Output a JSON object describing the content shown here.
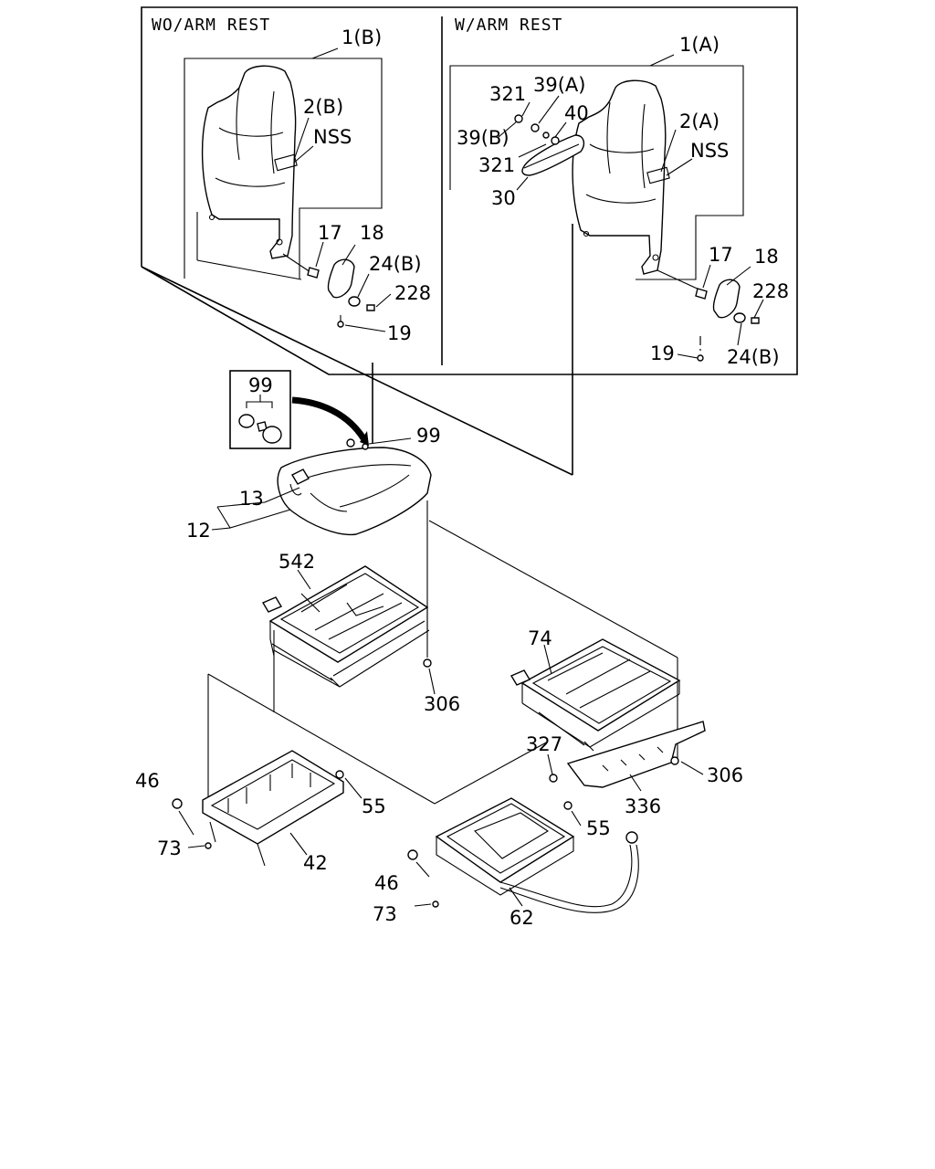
{
  "headers": {
    "wo_arm_rest": "WO/ARM REST",
    "w_arm_rest": "W/ARM REST"
  },
  "callouts": {
    "wo_1b": "1(B)",
    "wo_2b": "2(B)",
    "wo_nss": "NSS",
    "wo_17": "17",
    "wo_18": "18",
    "wo_24b": "24(B)",
    "wo_228": "228",
    "wo_19": "19",
    "w_1a": "1(A)",
    "w_321_top": "321",
    "w_39a": "39(A)",
    "w_40": "40",
    "w_39b": "39(B)",
    "w_2a": "2(A)",
    "w_nss": "NSS",
    "w_321_mid": "321",
    "w_30": "30",
    "w_17": "17",
    "w_18": "18",
    "w_228": "228",
    "w_19": "19",
    "w_24b": "24(B)",
    "inset_99": "99",
    "c_99": "99",
    "c_13": "13",
    "c_12": "12",
    "c_542": "542",
    "c_306_left": "306",
    "c_74": "74",
    "c_327": "327",
    "c_306_right": "306",
    "c_336": "336",
    "c_46_left": "46",
    "c_55_left": "55",
    "c_73_left": "73",
    "c_42": "42",
    "c_55_right": "55",
    "c_46_right": "46",
    "c_73_right": "73",
    "c_62": "62"
  }
}
